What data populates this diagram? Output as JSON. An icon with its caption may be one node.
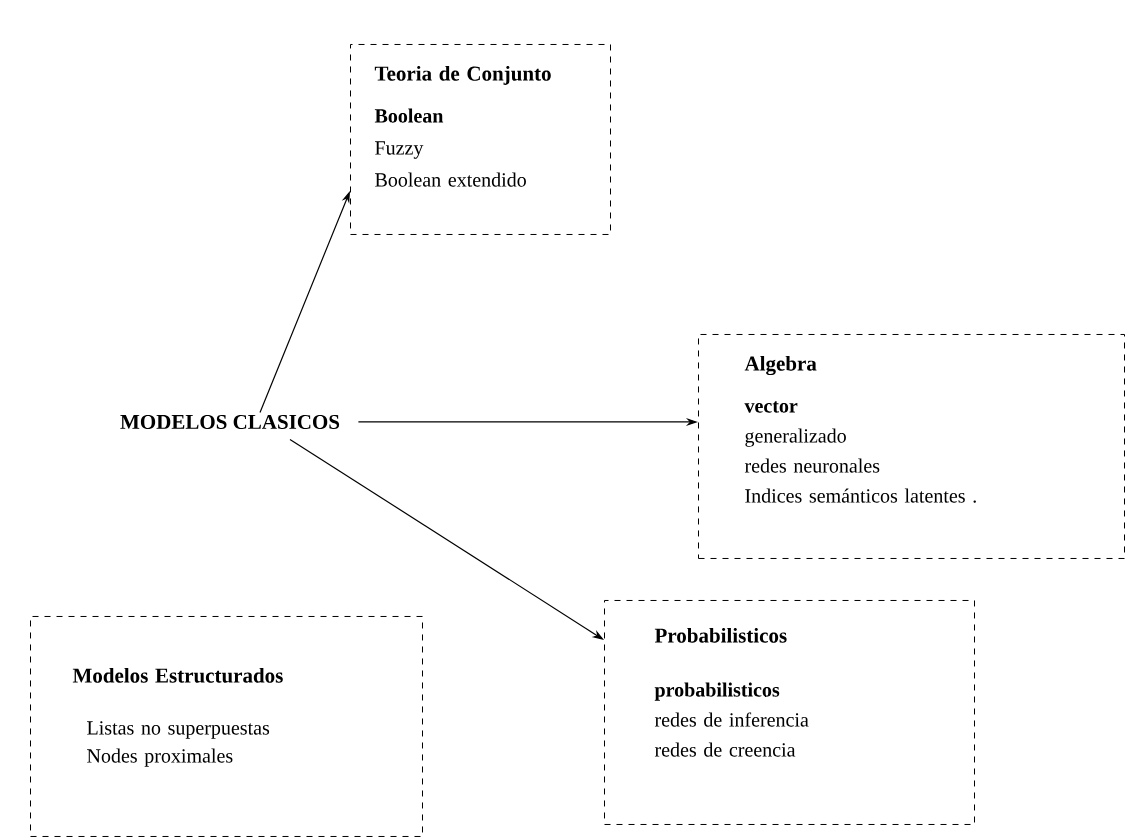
{
  "diagram": {
    "nodes": [
      {
        "text": [
          "MODELOS CLASICOS"
        ]
      },
      {
        "text": [
          "Teoria de Conjunto",
          "Boolean",
          "Fuzzy",
          "Boolean extendido"
        ]
      },
      {
        "text": [
          "Algebra",
          "vector",
          "generalizado",
          "redes neuronales",
          "Indices semánticos  latentes ."
        ]
      },
      {
        "text": [
          "Probabilisticos",
          "probabilisticos",
          "redes de inferencia",
          "redes de creencia"
        ]
      },
      {
        "text": [
          "Modelos Estructurados",
          "Listas no superpuestas",
          "Nodes proximales"
        ]
      }
    ],
    "edges": [
      {
        "from": 0,
        "to": 1,
        "arrow": "to"
      },
      {
        "from": 0,
        "to": 2,
        "arrow": "to"
      },
      {
        "from": 0,
        "to": 3,
        "arrow": "to"
      }
    ]
  }
}
